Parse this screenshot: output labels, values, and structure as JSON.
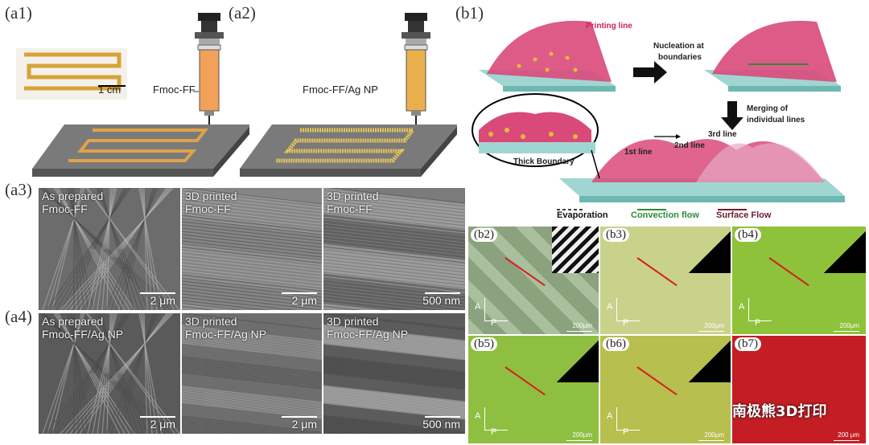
{
  "panels": {
    "a1": "(a1)",
    "a2": "(a2)",
    "a3": "(a3)",
    "a4": "(a4)",
    "b1": "(b1)",
    "b2": "(b2)",
    "b3": "(b3)",
    "b4": "(b4)",
    "b5": "(b5)",
    "b6": "(b6)",
    "b7": "(b7)"
  },
  "a_section": {
    "scale_1cm": "1 cm",
    "syringe1_label": "Fmoc-FF",
    "syringe2_label": "Fmoc-FF/Ag NP"
  },
  "sem_tiles": [
    {
      "label1": "As prepared",
      "label2": "Fmoc-FF",
      "scale": "2 μm"
    },
    {
      "label1": "3D printed",
      "label2": "Fmoc-FF",
      "scale": "2 μm"
    },
    {
      "label1": "3D printed",
      "label2": "Fmoc-FF",
      "scale": "500 nm"
    },
    {
      "label1": "As prepared",
      "label2": "Fmoc-FF/Ag NP",
      "scale": "2 μm"
    },
    {
      "label1": "3D printed",
      "label2": "Fmoc-FF/Ag NP",
      "scale": "2 μm"
    },
    {
      "label1": "3D printed",
      "label2": "Fmoc-FF/Ag NP",
      "scale": "500 nm"
    }
  ],
  "diagram": {
    "printing_line": "Printing line",
    "nucleation1": "Nucleation at",
    "nucleation2": "boundaries",
    "merging1": "Merging of",
    "merging2": "individual lines",
    "line1": "1st line",
    "line2": "2nd line",
    "line3": "3rd line",
    "thick_boundary": "Thick Boundary",
    "legend_evaporation": "Evaporation",
    "legend_convection": "Convection flow",
    "legend_surface": "Surface Flow"
  },
  "optical": {
    "scale": "200μm",
    "scale_small": "200 μm",
    "axis_a": "A",
    "axis_p": "P"
  },
  "watermark": "南极熊3D打印",
  "colors": {
    "fmoc": "#e0a24a",
    "convection": "#2e8b3a",
    "surface": "#6b2030",
    "substrate": "#9fd6d2",
    "ink": "#d94a7a"
  }
}
